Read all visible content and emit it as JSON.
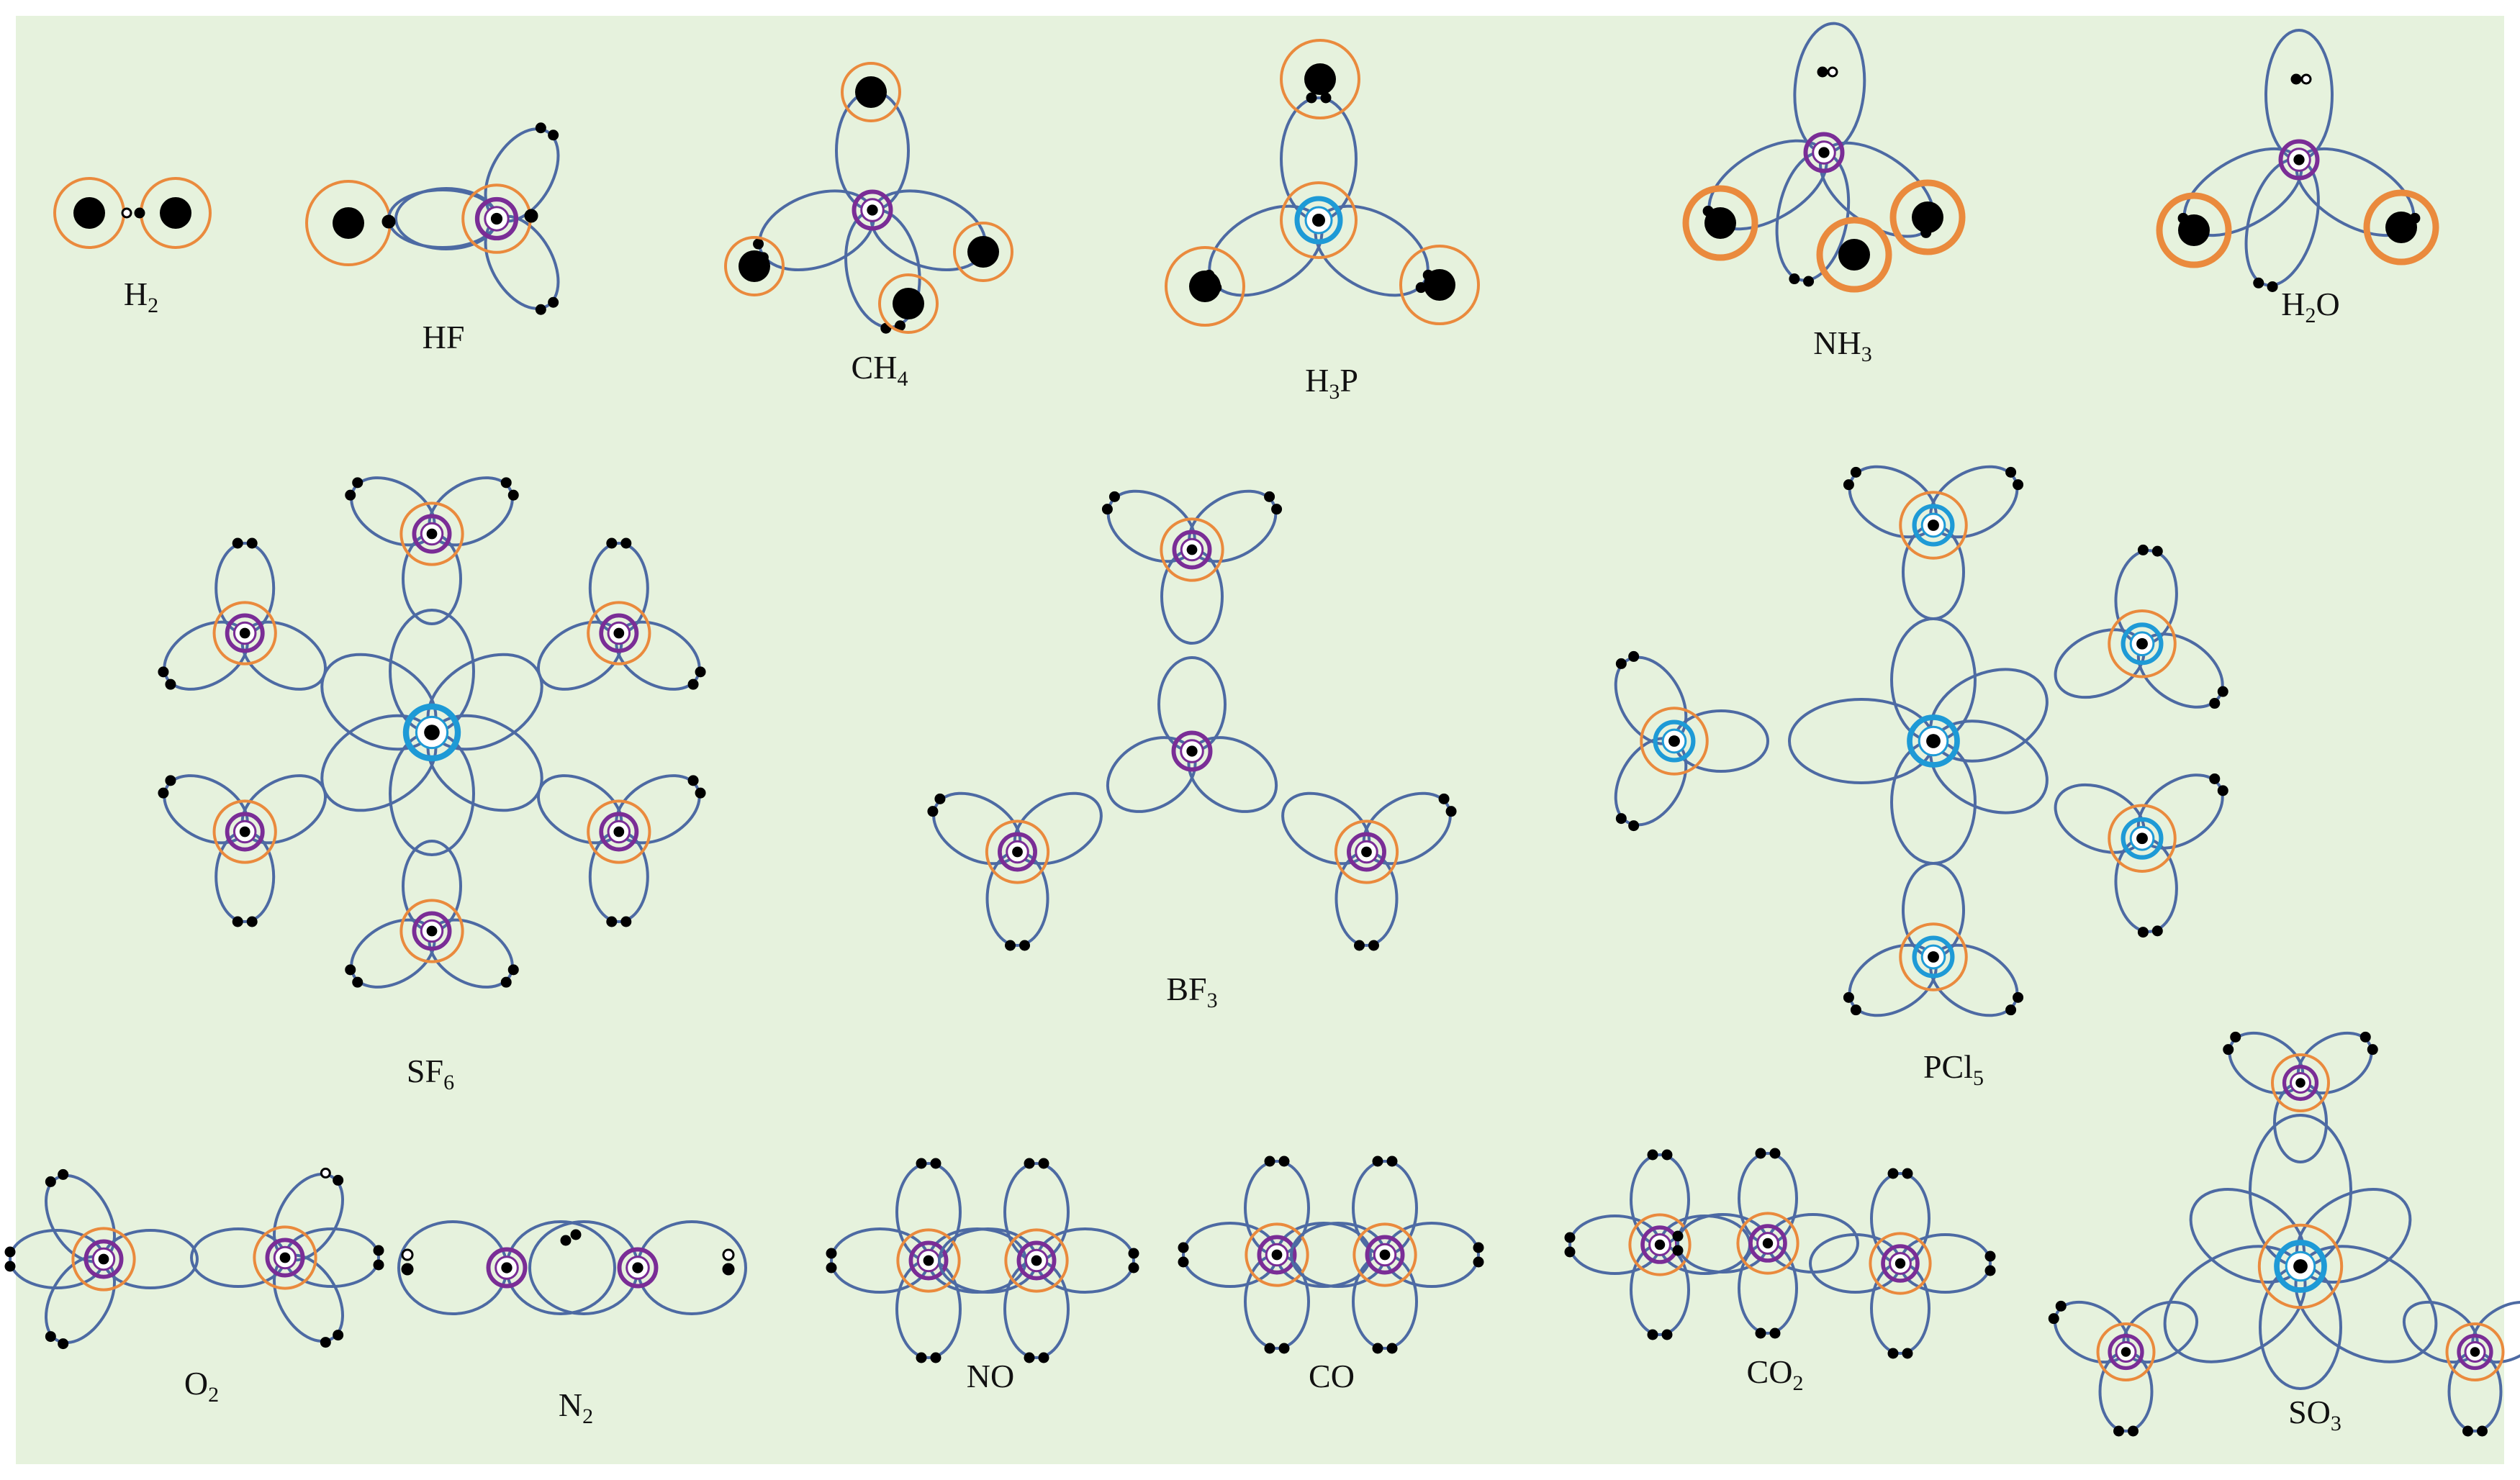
{
  "colors": {
    "background": "#e6f2dd",
    "bond_orbit": "#4d6aa3",
    "valence_ring": "#ea8a3d",
    "nucleus_ring_purple": "#7a2d96",
    "nucleus_ring_blue": "#1e9ad6",
    "electron_dark": "#000000",
    "electron_light": "#ffffff"
  },
  "molecules": [
    {
      "id": "h2",
      "label": "H",
      "sub": "2",
      "tail": ""
    },
    {
      "id": "hf",
      "label": "HF",
      "sub": "",
      "tail": ""
    },
    {
      "id": "ch4",
      "label": "CH",
      "sub": "4",
      "tail": ""
    },
    {
      "id": "h3p",
      "label": "H",
      "sub": "3",
      "tail": "P"
    },
    {
      "id": "nh3",
      "label": "NH",
      "sub": "3",
      "tail": ""
    },
    {
      "id": "h2o",
      "label": "H",
      "sub": "2",
      "tail": "O"
    },
    {
      "id": "sf6",
      "label": "SF",
      "sub": "6",
      "tail": ""
    },
    {
      "id": "bf3",
      "label": "BF",
      "sub": "3",
      "tail": ""
    },
    {
      "id": "pcl5",
      "label": "PCl",
      "sub": "5",
      "tail": ""
    },
    {
      "id": "o2",
      "label": "O",
      "sub": "2",
      "tail": ""
    },
    {
      "id": "n2",
      "label": "N",
      "sub": "2",
      "tail": ""
    },
    {
      "id": "no",
      "label": "NO",
      "sub": "",
      "tail": ""
    },
    {
      "id": "co",
      "label": "CO",
      "sub": "",
      "tail": ""
    },
    {
      "id": "co2",
      "label": "CO",
      "sub": "2",
      "tail": ""
    },
    {
      "id": "so3",
      "label": "SO",
      "sub": "3",
      "tail": ""
    }
  ]
}
